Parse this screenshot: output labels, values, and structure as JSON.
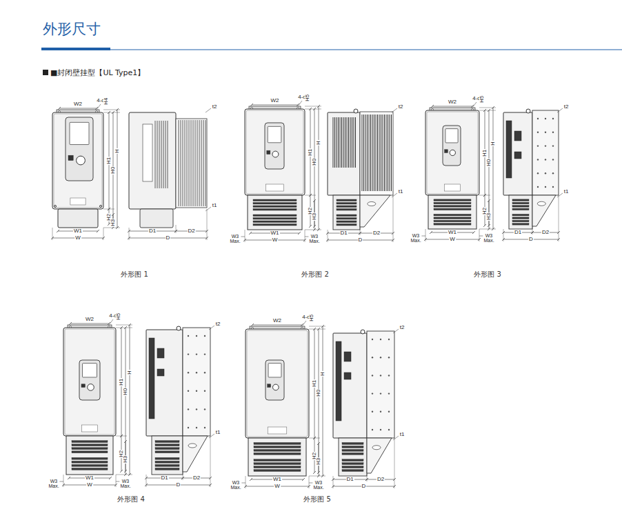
{
  "diagram": {
    "title": "外形尺寸",
    "labels": [
      "■封闭壁挂型【UL Type1】",
      "W2",
      "4-d",
      "H4",
      "H1",
      "H0",
      "H",
      "H2",
      "H3",
      "t2",
      "t1",
      "W1",
      "W",
      "D1",
      "D2",
      "D",
      "外形图 1",
      "W2",
      "4-d",
      "H5",
      "H1",
      "H0",
      "H",
      "H2",
      "H3",
      "t2",
      "t1",
      "W3 Max.",
      "W1",
      "W",
      "W3 Max.",
      "D1",
      "D2",
      "D",
      "外形图 2",
      "W2",
      "4-d",
      "H5",
      "H1",
      "H0",
      "H",
      "H2",
      "H3",
      "t2",
      "t1",
      "W3 Max.",
      "W1",
      "W",
      "W3 Max.",
      "D1",
      "D2",
      "D",
      "外形图 3",
      "W2",
      "4-d",
      "H5",
      "H1",
      "H0",
      "H",
      "H2",
      "H3",
      "t2",
      "t1",
      "W3 Max.",
      "W1",
      "W",
      "W3 Max.",
      "D1",
      "D2",
      "D",
      "外形图 4",
      "W2",
      "4-d",
      "H5",
      "H1",
      "H0",
      "H",
      "H2",
      "H3",
      "t2",
      "t1",
      "W3 Max.",
      "W1",
      "W",
      "W3 Max.",
      "D1",
      "D2",
      "D",
      "外形图 5"
    ]
  }
}
